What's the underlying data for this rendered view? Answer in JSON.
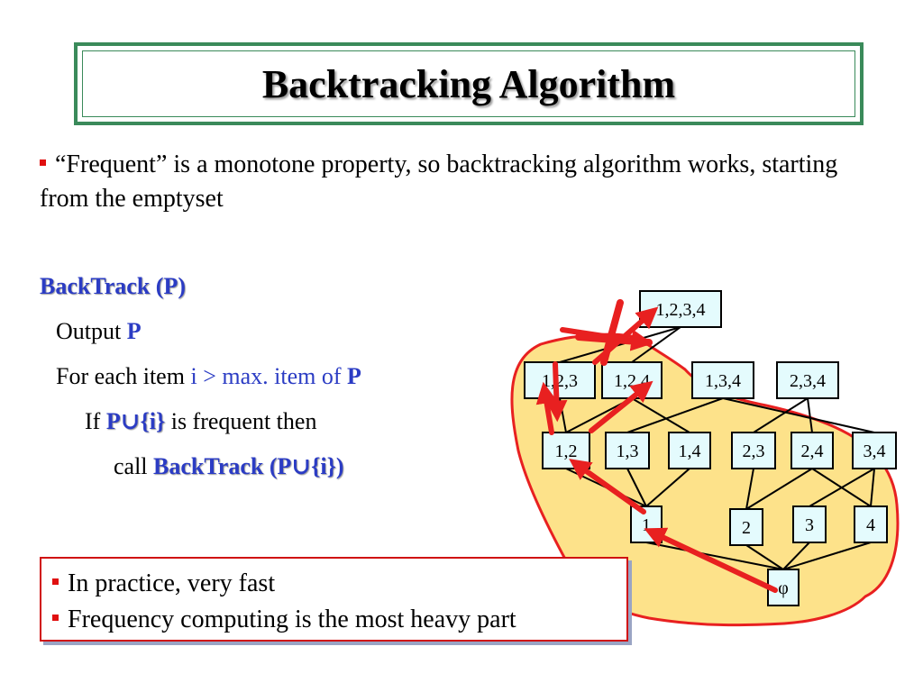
{
  "title": "Backtracking Algorithm",
  "intro": {
    "text": "“Frequent” is a monotone property, so backtracking algorithm works, starting from the emptyset"
  },
  "code": {
    "func": "BackTrack (P)",
    "output_kw": "Output",
    "output_var": "P",
    "for_kw": "For each item",
    "for_var": "i",
    "for_cmp": ">",
    "for_cond": "max. item of",
    "for_p": "P",
    "if_kw": "If",
    "if_expr": "P∪{i}",
    "if_tail": "is frequent then",
    "call_kw": "call",
    "call_expr": "BackTrack (P∪{i})"
  },
  "notes": [
    "In practice, very fast",
    "Frequency computing is the most heavy part"
  ],
  "lattice": {
    "nodes": {
      "n1234": "1,2,3,4",
      "n123": "1,2,3",
      "n124": "1,2,4",
      "n134": "1,3,4",
      "n234": "2,3,4",
      "n12": "1,2",
      "n13": "1,3",
      "n14": "1,4",
      "n23": "2,3",
      "n24": "2,4",
      "n34": "3,4",
      "n1": "1",
      "n2": "2",
      "n3": "3",
      "n4": "4",
      "n0": "φ"
    }
  },
  "colors": {
    "region_fill": "#fde28a",
    "region_stroke": "#e82020",
    "node_fill": "#e4fbfd",
    "arrow": "#e82020",
    "keyword_blue": "#2b3cc4",
    "title_border": "#3a8a5a"
  }
}
